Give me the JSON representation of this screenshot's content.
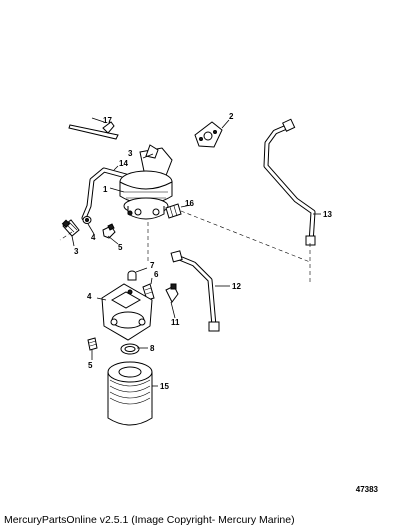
{
  "diagram": {
    "callouts": {
      "c1": "1",
      "c2": "2",
      "c3a": "3",
      "c3b": "3",
      "c4a": "4",
      "c4b": "4",
      "c5a": "5",
      "c5b": "5",
      "c6": "6",
      "c7": "7",
      "c8": "8",
      "c11": "11",
      "c12": "12",
      "c13": "13",
      "c14": "14",
      "c15": "15",
      "c16": "16",
      "c17": "17"
    },
    "reference_number": "47383"
  },
  "footer": {
    "caption": "MercuryPartsOnline v2.5.1 (Image Copyright- Mercury Marine)"
  }
}
